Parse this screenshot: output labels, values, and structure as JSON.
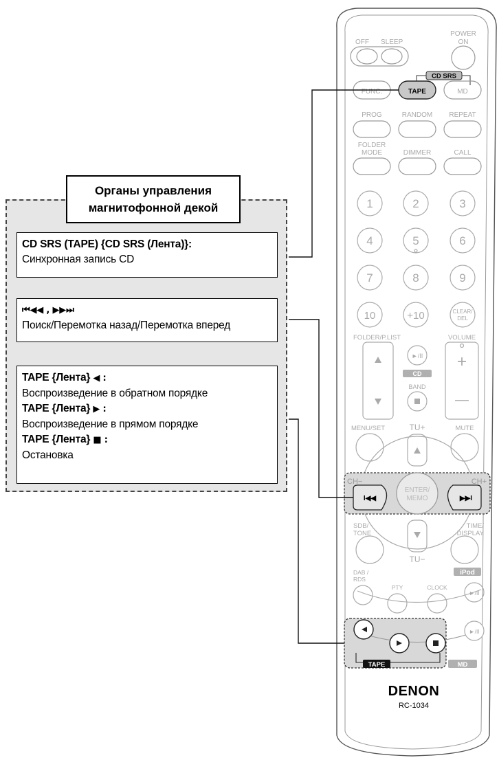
{
  "panel": {
    "title_line1": "Органы управления",
    "title_line2": "магнитофонной декой",
    "box1": {
      "heading": "CD SRS (TAPE) {CD SRS (Лента)}:",
      "text": "Синхронная запись CD"
    },
    "box2": {
      "heading_symbol": "⏮◀◀ , ▶▶⏭",
      "text": "Поиск/Перемотка назад/Перемотка вперед"
    },
    "box3": {
      "item1_label": "TAPE {Лента}",
      "item1_symbol": "◀ :",
      "item1_text": "Воспроизведение в обратном порядке",
      "item2_label": "TAPE {Лента}",
      "item2_symbol": "▶ :",
      "item2_text": "Воспроизведение в прямом порядке",
      "item3_label": "TAPE {Лента}",
      "item3_symbol": "■ :",
      "item3_text": "Остановка"
    }
  },
  "remote": {
    "off": "OFF",
    "sleep": "SLEEP",
    "power_on_1": "POWER",
    "power_on_2": "ON",
    "cd_srs_tag": "CD SRS",
    "func": "FUNC.",
    "tape": "TAPE",
    "md": "MD",
    "prog": "PROG",
    "random": "RANDOM",
    "repeat": "REPEAT",
    "folder_mode_1": "FOLDER",
    "folder_mode_2": "MODE",
    "dimmer": "DIMMER",
    "call": "CALL",
    "digits": [
      "1",
      "2",
      "3",
      "4",
      "5",
      "6",
      "7",
      "8",
      "9",
      "10",
      "+10"
    ],
    "clear_del_1": "CLEAR/",
    "clear_del_2": "DEL",
    "folder_plist": "FOLDER/P.LIST",
    "volume": "VOLUME",
    "play_pause": "►/II",
    "cd_tag": "CD",
    "band": "BAND",
    "plus": "+",
    "minus": "—",
    "menu_set": "MENU/SET",
    "tu_plus": "TU+",
    "mute": "MUTE",
    "ch_minus": "CH−",
    "ch_plus": "CH+",
    "enter_memo_1": "ENTER/",
    "enter_memo_2": "MEMO",
    "prev": "I◀◀",
    "next": "▶▶I",
    "sdb_tone_1": "SDB/",
    "sdb_tone_2": "TONE",
    "time_display_1": "TIME/",
    "time_display_2": "DISPLAY",
    "tu_minus": "TU−",
    "ipod_tag": "iPod",
    "dab_rds_1": "DAB /",
    "dab_rds_2": "RDS",
    "pty": "PTY",
    "clock": "CLOCK",
    "tape_tag": "TAPE",
    "md_tag": "MD",
    "brand": "DENON",
    "model": "RC-1034"
  },
  "colors": {
    "panel_bg": "#e6e6e6",
    "remote_fg": "#a8a8a8",
    "tape_button_fill": "#c8c8c8",
    "highlight_fill": "#d8d8d8",
    "tag_fill": "#9a9a9a"
  }
}
